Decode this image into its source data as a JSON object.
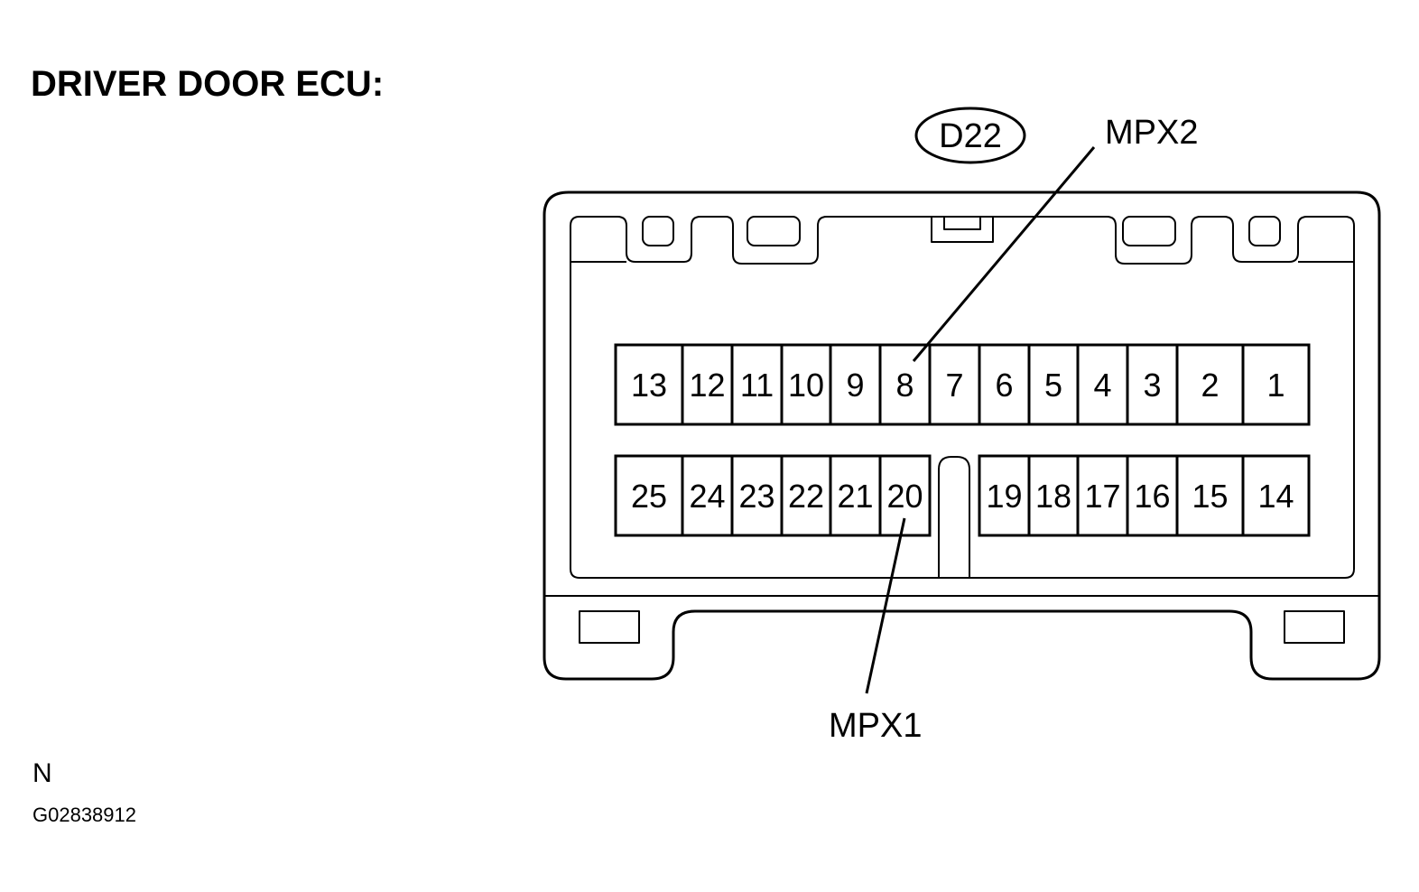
{
  "title": "DRIVER DOOR ECU:",
  "connector_code": "D22",
  "callouts": {
    "top": "MPX2",
    "bottom": "MPX1"
  },
  "pins": {
    "top_row": [
      "13",
      "12",
      "11",
      "10",
      "9",
      "8",
      "7",
      "6",
      "5",
      "4",
      "3",
      "2",
      "1"
    ],
    "bottom_left": [
      "25",
      "24",
      "23",
      "22",
      "21",
      "20"
    ],
    "bottom_right": [
      "19",
      "18",
      "17",
      "16",
      "15",
      "14"
    ]
  },
  "footer": {
    "letter": "N",
    "figure_code": "G02838912"
  },
  "colors": {
    "line": "#000000",
    "background": "#ffffff"
  }
}
